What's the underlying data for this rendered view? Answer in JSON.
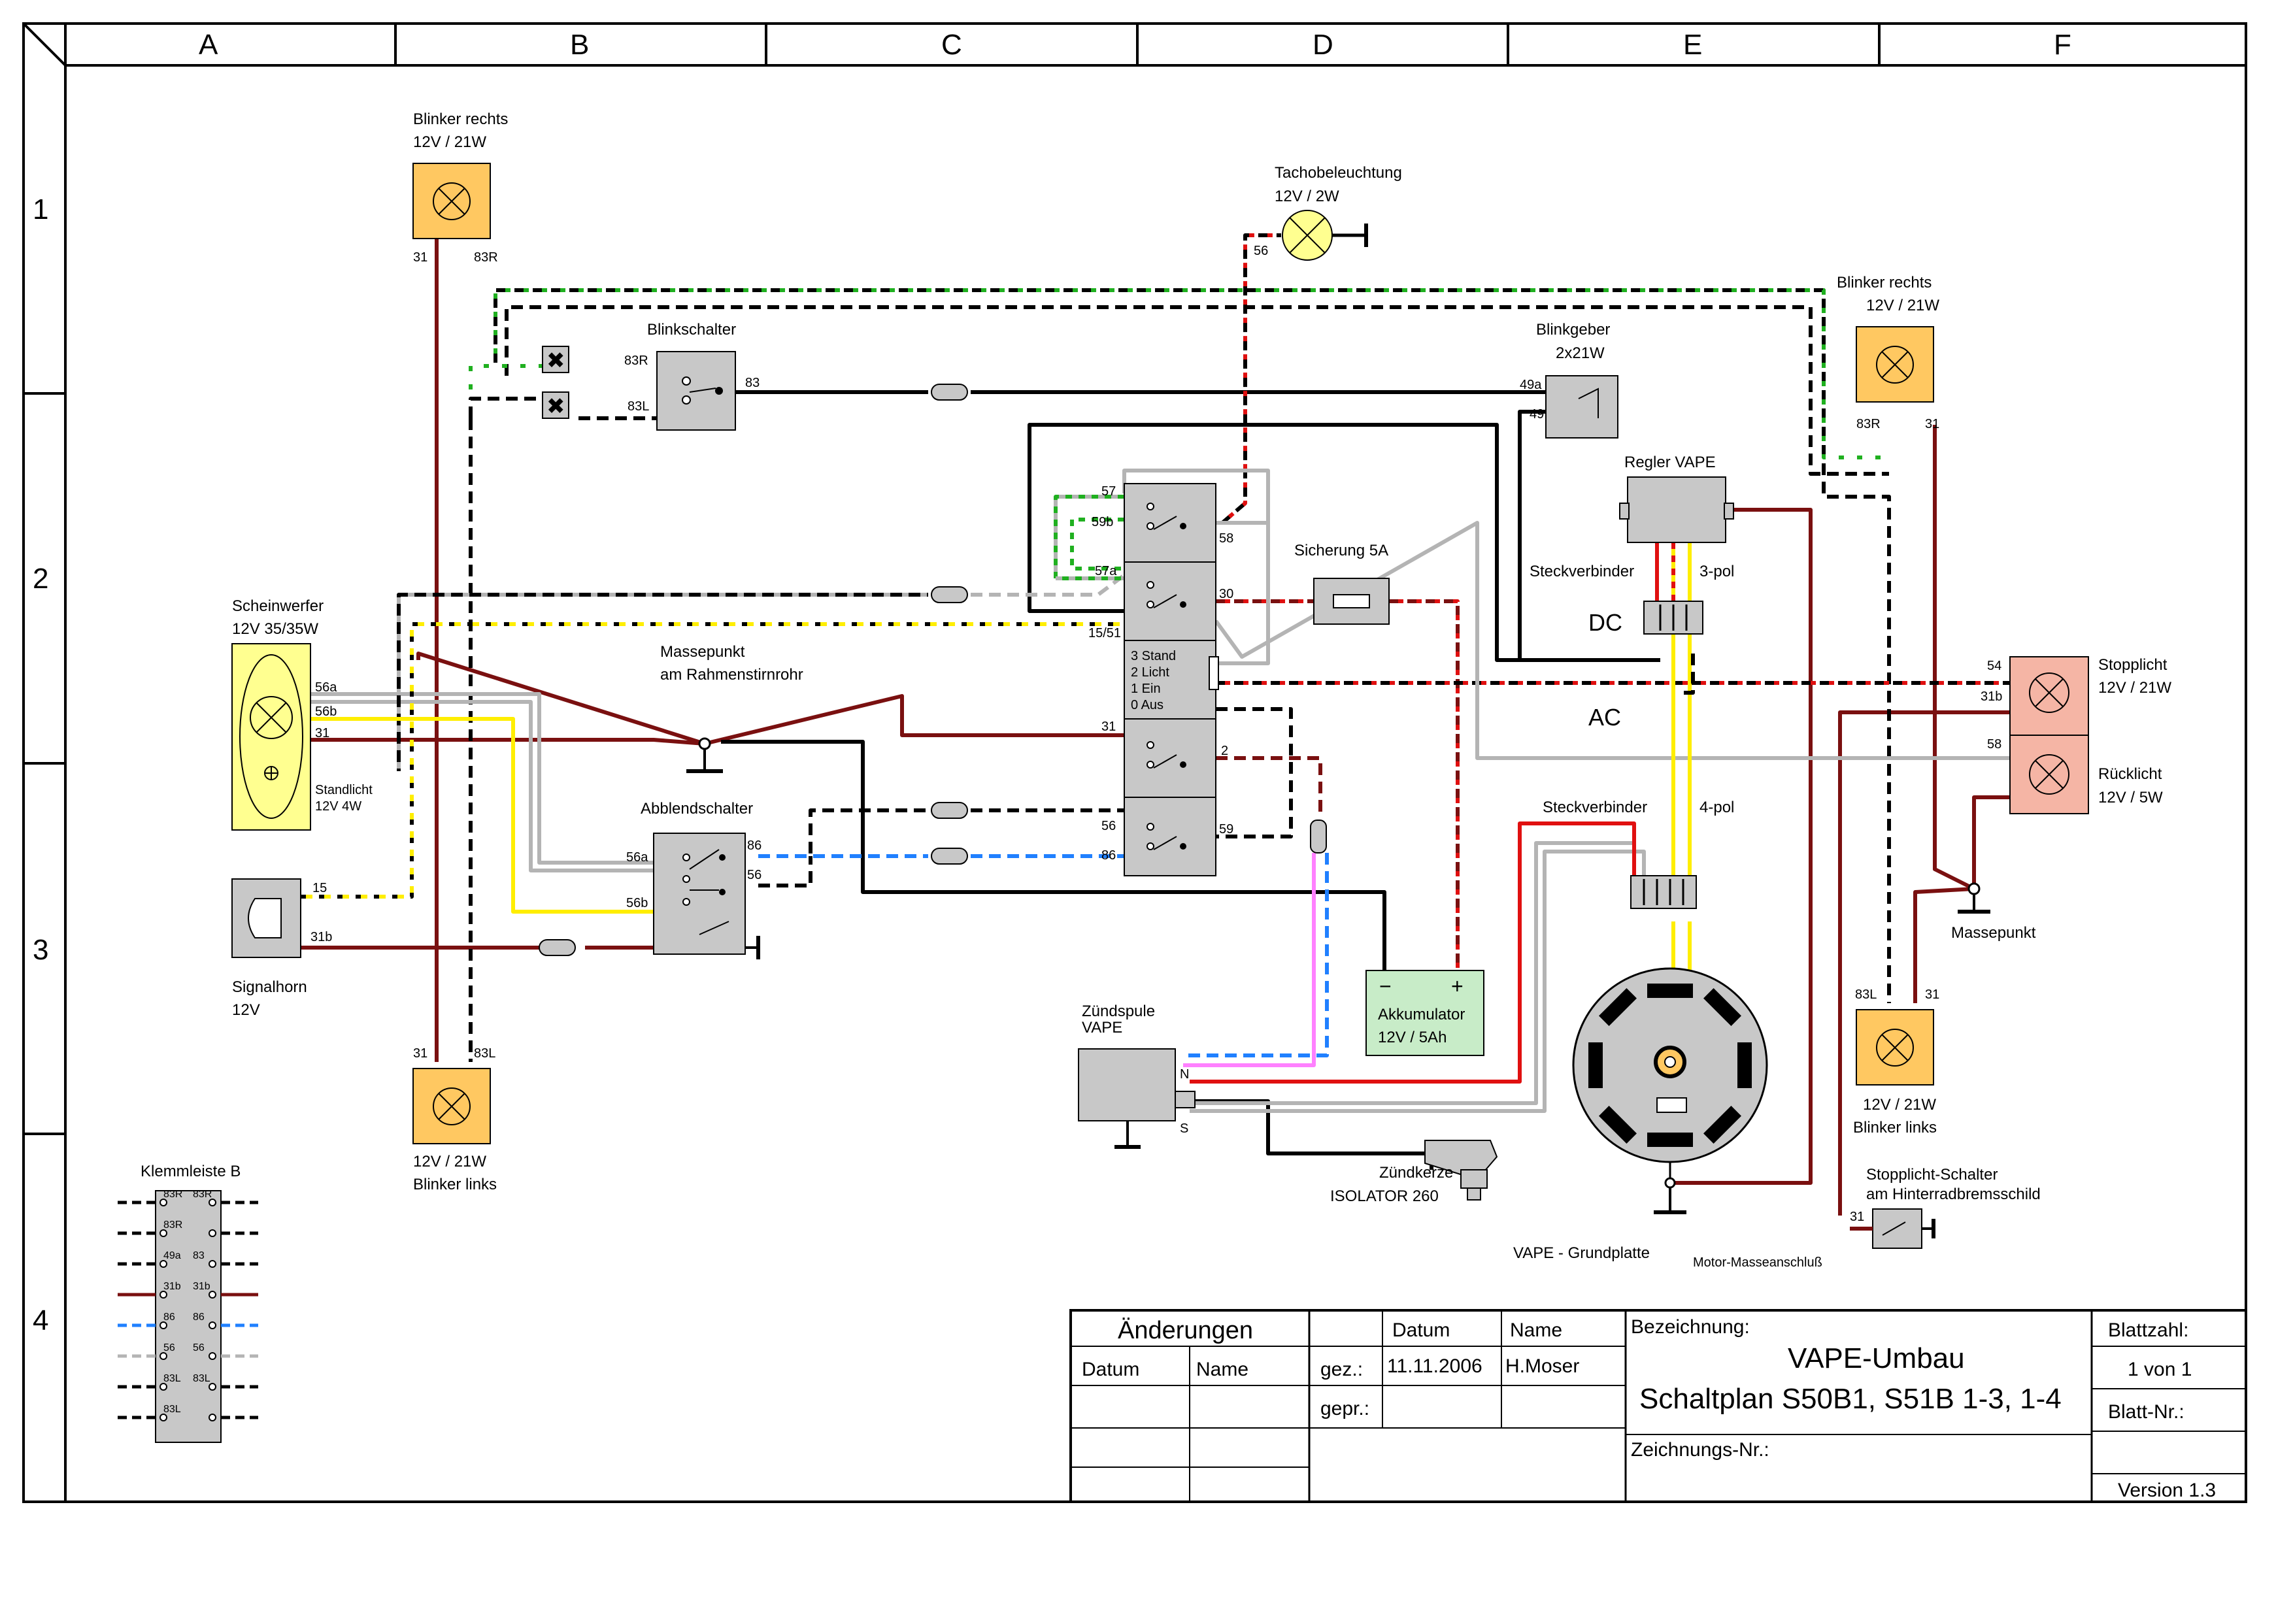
{
  "grid": {
    "columns": [
      "A",
      "B",
      "C",
      "D",
      "E",
      "F"
    ],
    "rows": [
      "1",
      "2",
      "3",
      "4"
    ]
  },
  "components": {
    "blinker_rechts_front": {
      "name": "Blinker rechts",
      "rating": "12V / 21W",
      "pin_left": "31",
      "pin_right": "83R"
    },
    "blinker_links_front": {
      "name": "Blinker links",
      "rating": "12V / 21W",
      "pin_left": "31",
      "pin_right": "83L"
    },
    "blinker_rechts_rear": {
      "name": "Blinker rechts",
      "rating": "12V / 21W",
      "pin_left": "83R",
      "pin_right": "31"
    },
    "blinker_links_rear": {
      "name": "Blinker links",
      "rating": "12V / 21W",
      "pin_left": "83L",
      "pin_right": "31"
    },
    "tacho": {
      "name": "Tachobeleuchtung",
      "rating": "12V / 2W",
      "pin": "56"
    },
    "blinkschalter": {
      "name": "Blinkschalter",
      "pin_83r": "83R",
      "pin_83l": "83L",
      "pin_83": "83"
    },
    "blinkgeber": {
      "name": "Blinkgeber",
      "rating": "2x21W",
      "pin_49a": "49a",
      "pin_49": "49"
    },
    "regler": {
      "name": "Regler  VAPE"
    },
    "steckverbinder_3": {
      "name": "Steckverbinder",
      "poles": "3-pol",
      "dc": "DC",
      "ac": "AC"
    },
    "steckverbinder_4": {
      "name": "Steckverbinder",
      "poles": "4-pol"
    },
    "sicherung": {
      "name": "Sicherung  5A"
    },
    "zuendschloss": {
      "pins": [
        "57",
        "59b",
        "58",
        "57a",
        "30",
        "15/51",
        "31",
        "2",
        "56",
        "59",
        "86"
      ],
      "positions": [
        "3 Stand",
        "2 Licht",
        "1 Ein",
        "0 Aus"
      ]
    },
    "scheinwerfer": {
      "name": "Scheinwerfer",
      "rating": "12V 35/35W",
      "pins": [
        "56a",
        "56b",
        "31"
      ],
      "standlicht": "Standlicht",
      "standlicht_rating": "12V 4W"
    },
    "massepunkt_front": {
      "name": "Massepunkt",
      "location": "am Rahmenstirnrohr"
    },
    "massepunkt_rear": {
      "name": "Massepunkt"
    },
    "abblendschalter": {
      "name": "Abblendschalter",
      "pins": [
        "56a",
        "56b",
        "86",
        "56"
      ]
    },
    "signalhorn": {
      "name": "Signalhorn",
      "rating": "12V",
      "pin_15": "15",
      "pin_31b": "31b"
    },
    "stopplicht": {
      "name": "Stopplicht",
      "rating": "12V / 21W",
      "pin_54": "54",
      "pin_31b": "31b",
      "pin_58": "58"
    },
    "ruecklicht": {
      "name": "Rücklicht",
      "rating": "12V / 5W"
    },
    "akkumulator": {
      "name": "Akkumulator",
      "rating": "12V / 5Ah",
      "minus": "−",
      "plus": "+"
    },
    "zuendspule": {
      "name": "Zündspule",
      "brand": "VAPE",
      "pin_n": "N",
      "pin_s": "S"
    },
    "zuendkerze": {
      "name": "Zündkerze",
      "type": "ISOLATOR 260"
    },
    "grundplatte": {
      "name": "VAPE - Grundplatte",
      "motor_masse": "Motor-Masseanschluß"
    },
    "stopplicht_schalter": {
      "name": "Stopplicht-Schalter",
      "location": "am Hinterradbremsschild",
      "pin": "31"
    },
    "klemmleiste": {
      "name": "Klemmleiste B",
      "rows": [
        [
          "83R",
          "83R"
        ],
        [
          "83R",
          ""
        ],
        [
          "49a",
          "83"
        ],
        [
          "31b",
          "31b"
        ],
        [
          "86",
          "86"
        ],
        [
          "56",
          "56"
        ],
        [
          "83L",
          "83L"
        ],
        [
          "83L",
          ""
        ]
      ]
    }
  },
  "title_block": {
    "aenderungen": "Änderungen",
    "datum_col": "Datum",
    "name_col": "Name",
    "datum": "Datum",
    "name": "Name",
    "gez_label": "gez.:",
    "gez_date": "11.11.2006",
    "gez_name": "H.Moser",
    "gepr_label": "gepr.:",
    "bezeichnung_label": "Bezeichnung:",
    "title_line1": "VAPE-Umbau",
    "title_line2": "Schaltplan S50B1, S51B 1-3, 1-4",
    "zeichnungs_nr_label": "Zeichnungs-Nr.:",
    "blattzahl_label": "Blattzahl:",
    "blattzahl": "1 von 1",
    "blatt_nr_label": "Blatt-Nr.:",
    "version": "Version 1.3"
  },
  "colors": {
    "brown": "#7a1010",
    "black": "#000000",
    "red": "#e01010",
    "yellow": "#ffee00",
    "green": "#20b020",
    "gray": "#b4b4b4",
    "blue": "#2080ff",
    "pink": "#ff80ff",
    "orange": "#ffc861",
    "pink_lamp": "#f5b5a5",
    "yellow_lamp": "#ffff90",
    "component": "#c8c8c8",
    "battery": "#c8ecc8"
  }
}
